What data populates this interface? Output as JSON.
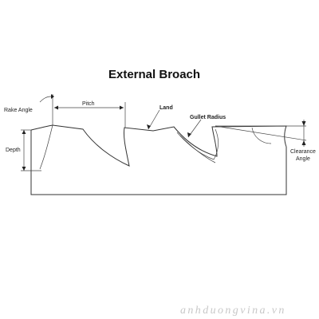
{
  "title": "External Broach",
  "labels": {
    "rake_angle": "Rake Angle",
    "pitch": "Pitch",
    "land": "Land",
    "gullet_radius": "Gullet Radius",
    "depth": "Depth",
    "clearance_angle_line1": "Clearance",
    "clearance_angle_line2": "Angle"
  },
  "watermark": "anhduongvina.vn",
  "colors": {
    "line": "#333333",
    "text": "#222222",
    "watermark": "#c8c8c8",
    "background": "#ffffff"
  }
}
